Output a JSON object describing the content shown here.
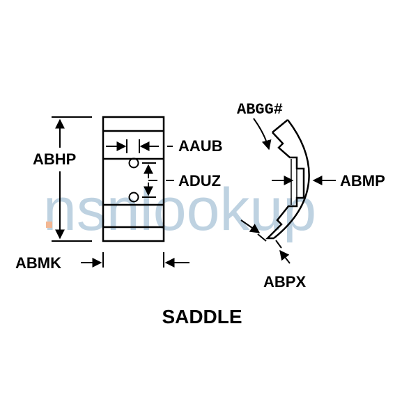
{
  "watermark": {
    "text": "nsnlookup",
    "colors": {
      "main": "#a9c4d8",
      "accent": "#f0a070"
    }
  },
  "title": "SADDLE",
  "labels": {
    "abhp": "ABHP",
    "aaub": "AAUB",
    "aduz": "ADUZ",
    "abmk": "ABMK",
    "abgg": "ABGG#",
    "abmp": "ABMP",
    "abpx": "ABPX"
  }
}
